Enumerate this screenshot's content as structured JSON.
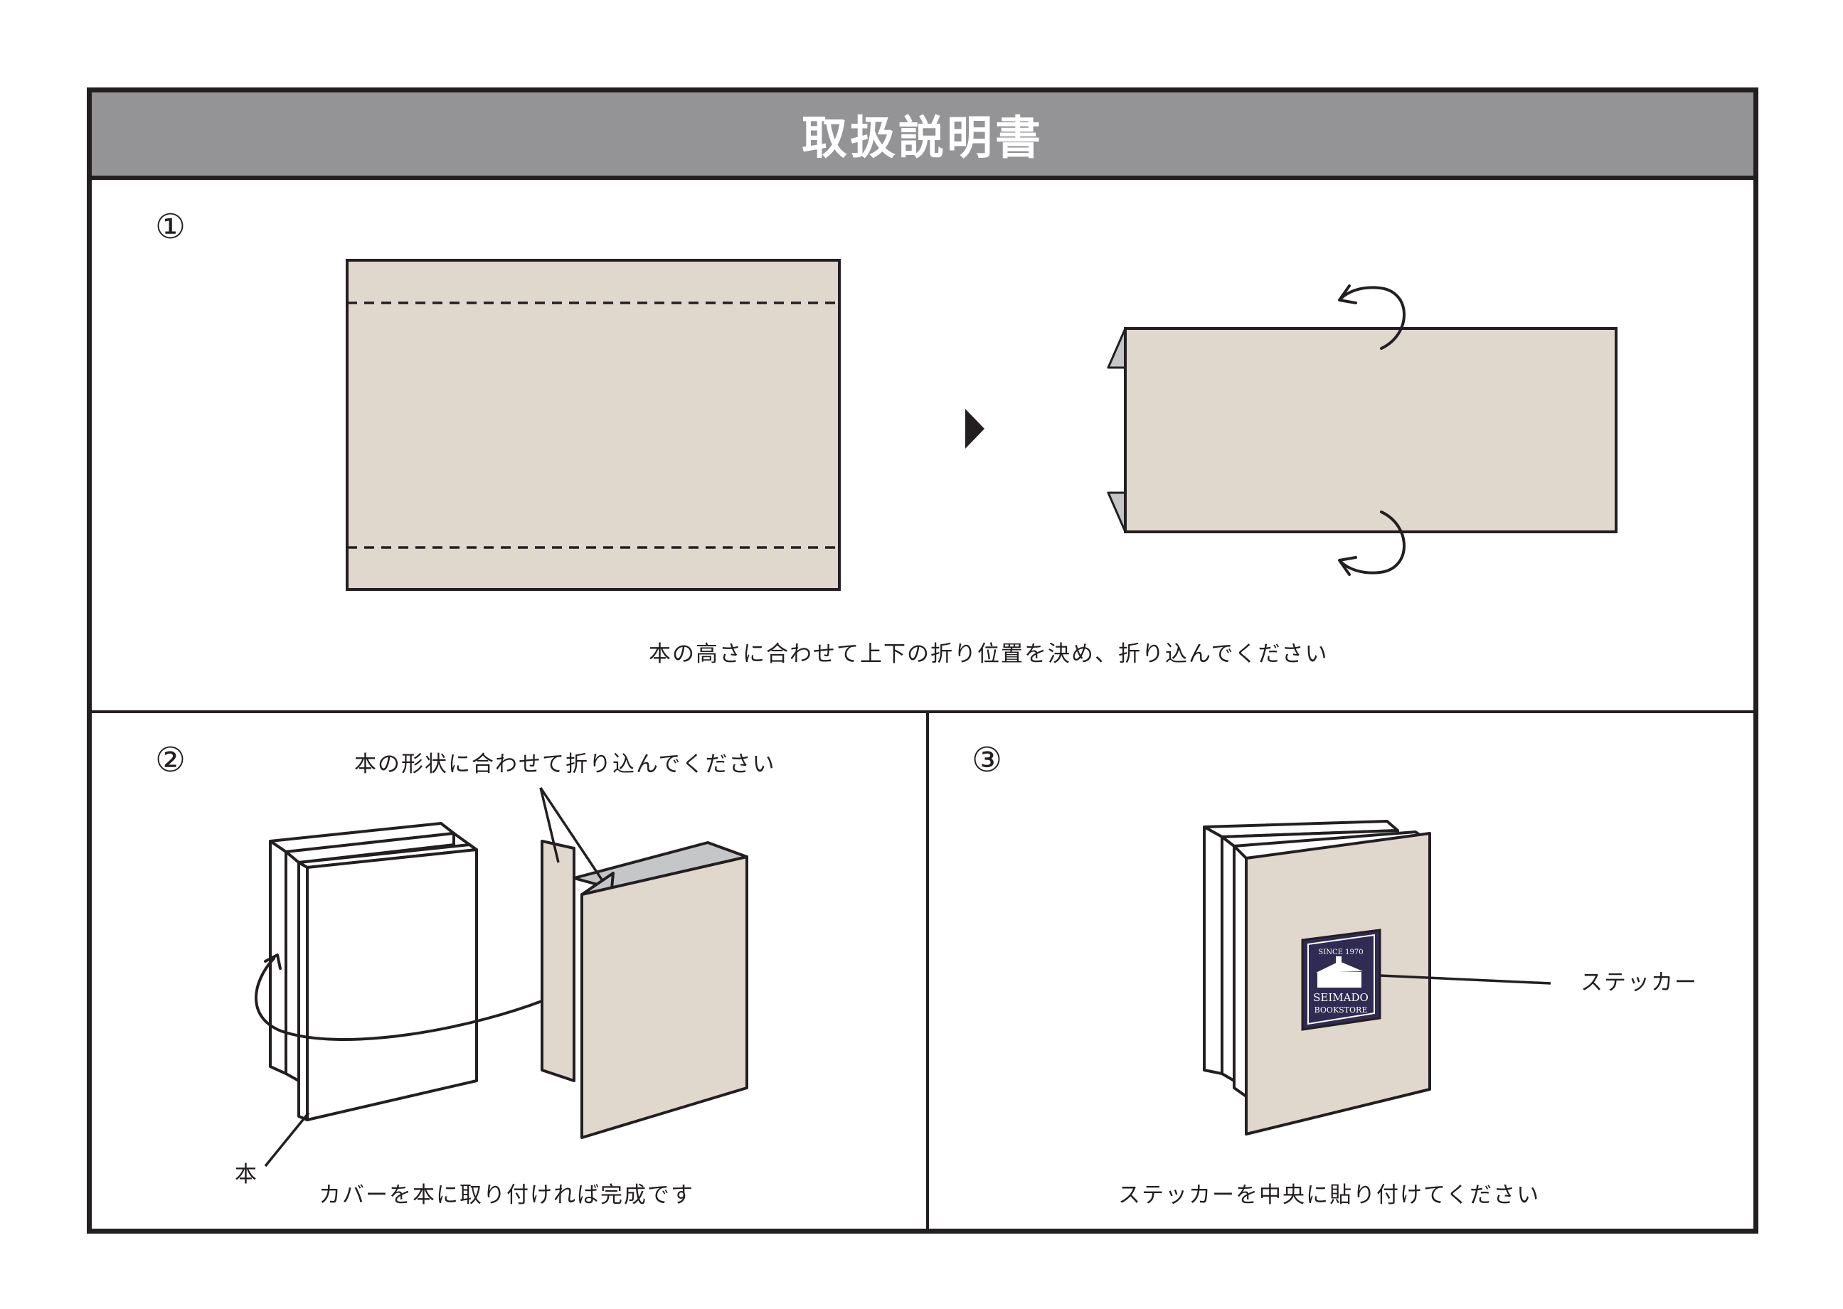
{
  "title": "取扱説明書",
  "step1": {
    "number": "①",
    "caption": "本の高さに合わせて上下の折り位置を決め、折り込んでください"
  },
  "step2": {
    "number": "②",
    "label_top": "本の形状に合わせて折り込んでください",
    "label_book": "本",
    "caption": "カバーを本に取り付ければ完成です"
  },
  "step3": {
    "number": "③",
    "label_sticker": "ステッカー",
    "caption": "ステッカーを中央に貼り付けてください"
  },
  "sticker": {
    "line1": "SINCE 1970",
    "line2": "SEIMADO",
    "line3": "BOOKSTORE"
  },
  "colors": {
    "paper": "#e0d8cd",
    "header_gray": "#949396",
    "fold_gray": "#c5c6c8",
    "ink": "#231f20",
    "sticker_navy": "#2f2b52"
  },
  "icons": [
    "arrow-right-icon",
    "fold-arrow-icon",
    "turn-arrow-icon"
  ]
}
